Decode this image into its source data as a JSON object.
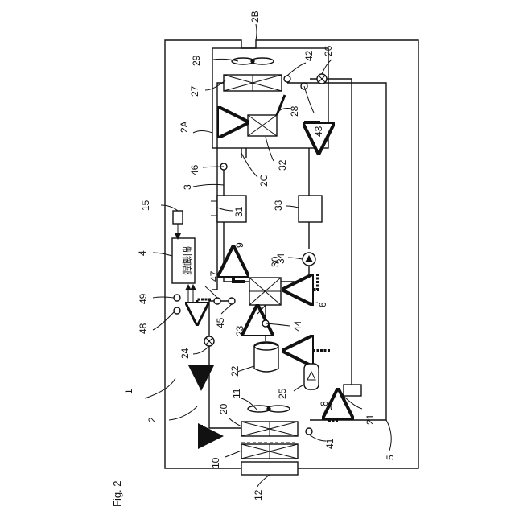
{
  "figure_label": "Fig. 2",
  "controller_text": "制御部",
  "labels": {
    "n1": "1",
    "n2": "2",
    "n2A": "2A",
    "n2B": "2B",
    "n2C": "2C",
    "n3": "3",
    "n4": "4",
    "n5": "5",
    "n6": "6",
    "n8": "8",
    "n9": "9",
    "n10": "10",
    "n11": "11",
    "n12": "12",
    "n15": "15",
    "n20": "20",
    "n21": "21",
    "n22": "22",
    "n23": "23",
    "n24": "24",
    "n25": "25",
    "n26": "26",
    "n27": "27",
    "n28": "28",
    "n29": "29",
    "n30": "30",
    "n31": "31",
    "n32": "32",
    "n33": "33",
    "n34": "34",
    "n41": "41",
    "n42": "42",
    "n43": "43",
    "n44": "44",
    "n45": "45",
    "n46": "46",
    "n47": "47",
    "n48": "48",
    "n49": "49"
  }
}
